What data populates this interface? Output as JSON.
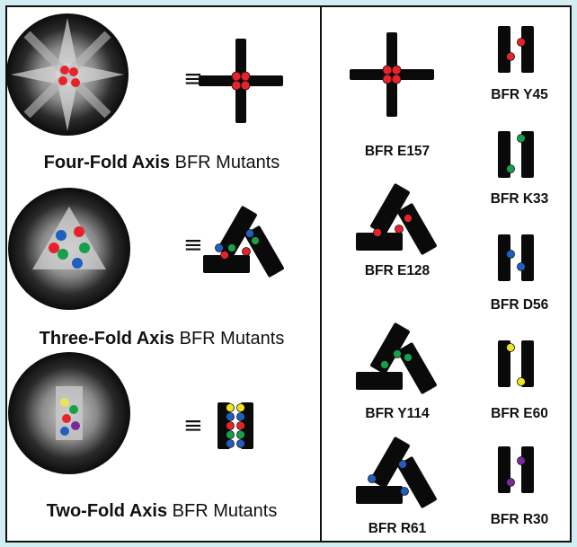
{
  "colors": {
    "background": "#d3eef2",
    "panel": "#ffffff",
    "block": "#0a0a0a",
    "red": "#e8222b",
    "green": "#15a04a",
    "blue": "#1f5fc0",
    "yellow": "#f1e51c",
    "purple": "#7a2a9a"
  },
  "equiv_symbol": "≡",
  "axes": [
    {
      "bold": "Four-Fold Axis",
      "rest": " BFR Mutants",
      "icon": "four-fold cross, red dots at center"
    },
    {
      "bold": "Three-Fold Axis",
      "rest": " BFR Mutants",
      "icon": "three-fold triangle, red/green/blue dots"
    },
    {
      "bold": "Two-Fold Axis",
      "rest": " BFR Mutants",
      "icon": "two-fold pair, yellow/blue/red/green dots"
    }
  ],
  "mutants_left": [
    {
      "label": "BFR E157",
      "dot": "red"
    },
    {
      "label": "BFR E128",
      "dot": "red"
    },
    {
      "label": "BFR Y114",
      "dot": "green"
    },
    {
      "label": "BFR R61",
      "dot": "blue"
    }
  ],
  "mutants_right": [
    {
      "label": "BFR Y45",
      "dot": "red"
    },
    {
      "label": "BFR K33",
      "dot": "green"
    },
    {
      "label": "BFR D56",
      "dot": "blue"
    },
    {
      "label": "BFR E60",
      "dot": "yellow"
    },
    {
      "label": "BFR R30",
      "dot": "purple"
    }
  ]
}
